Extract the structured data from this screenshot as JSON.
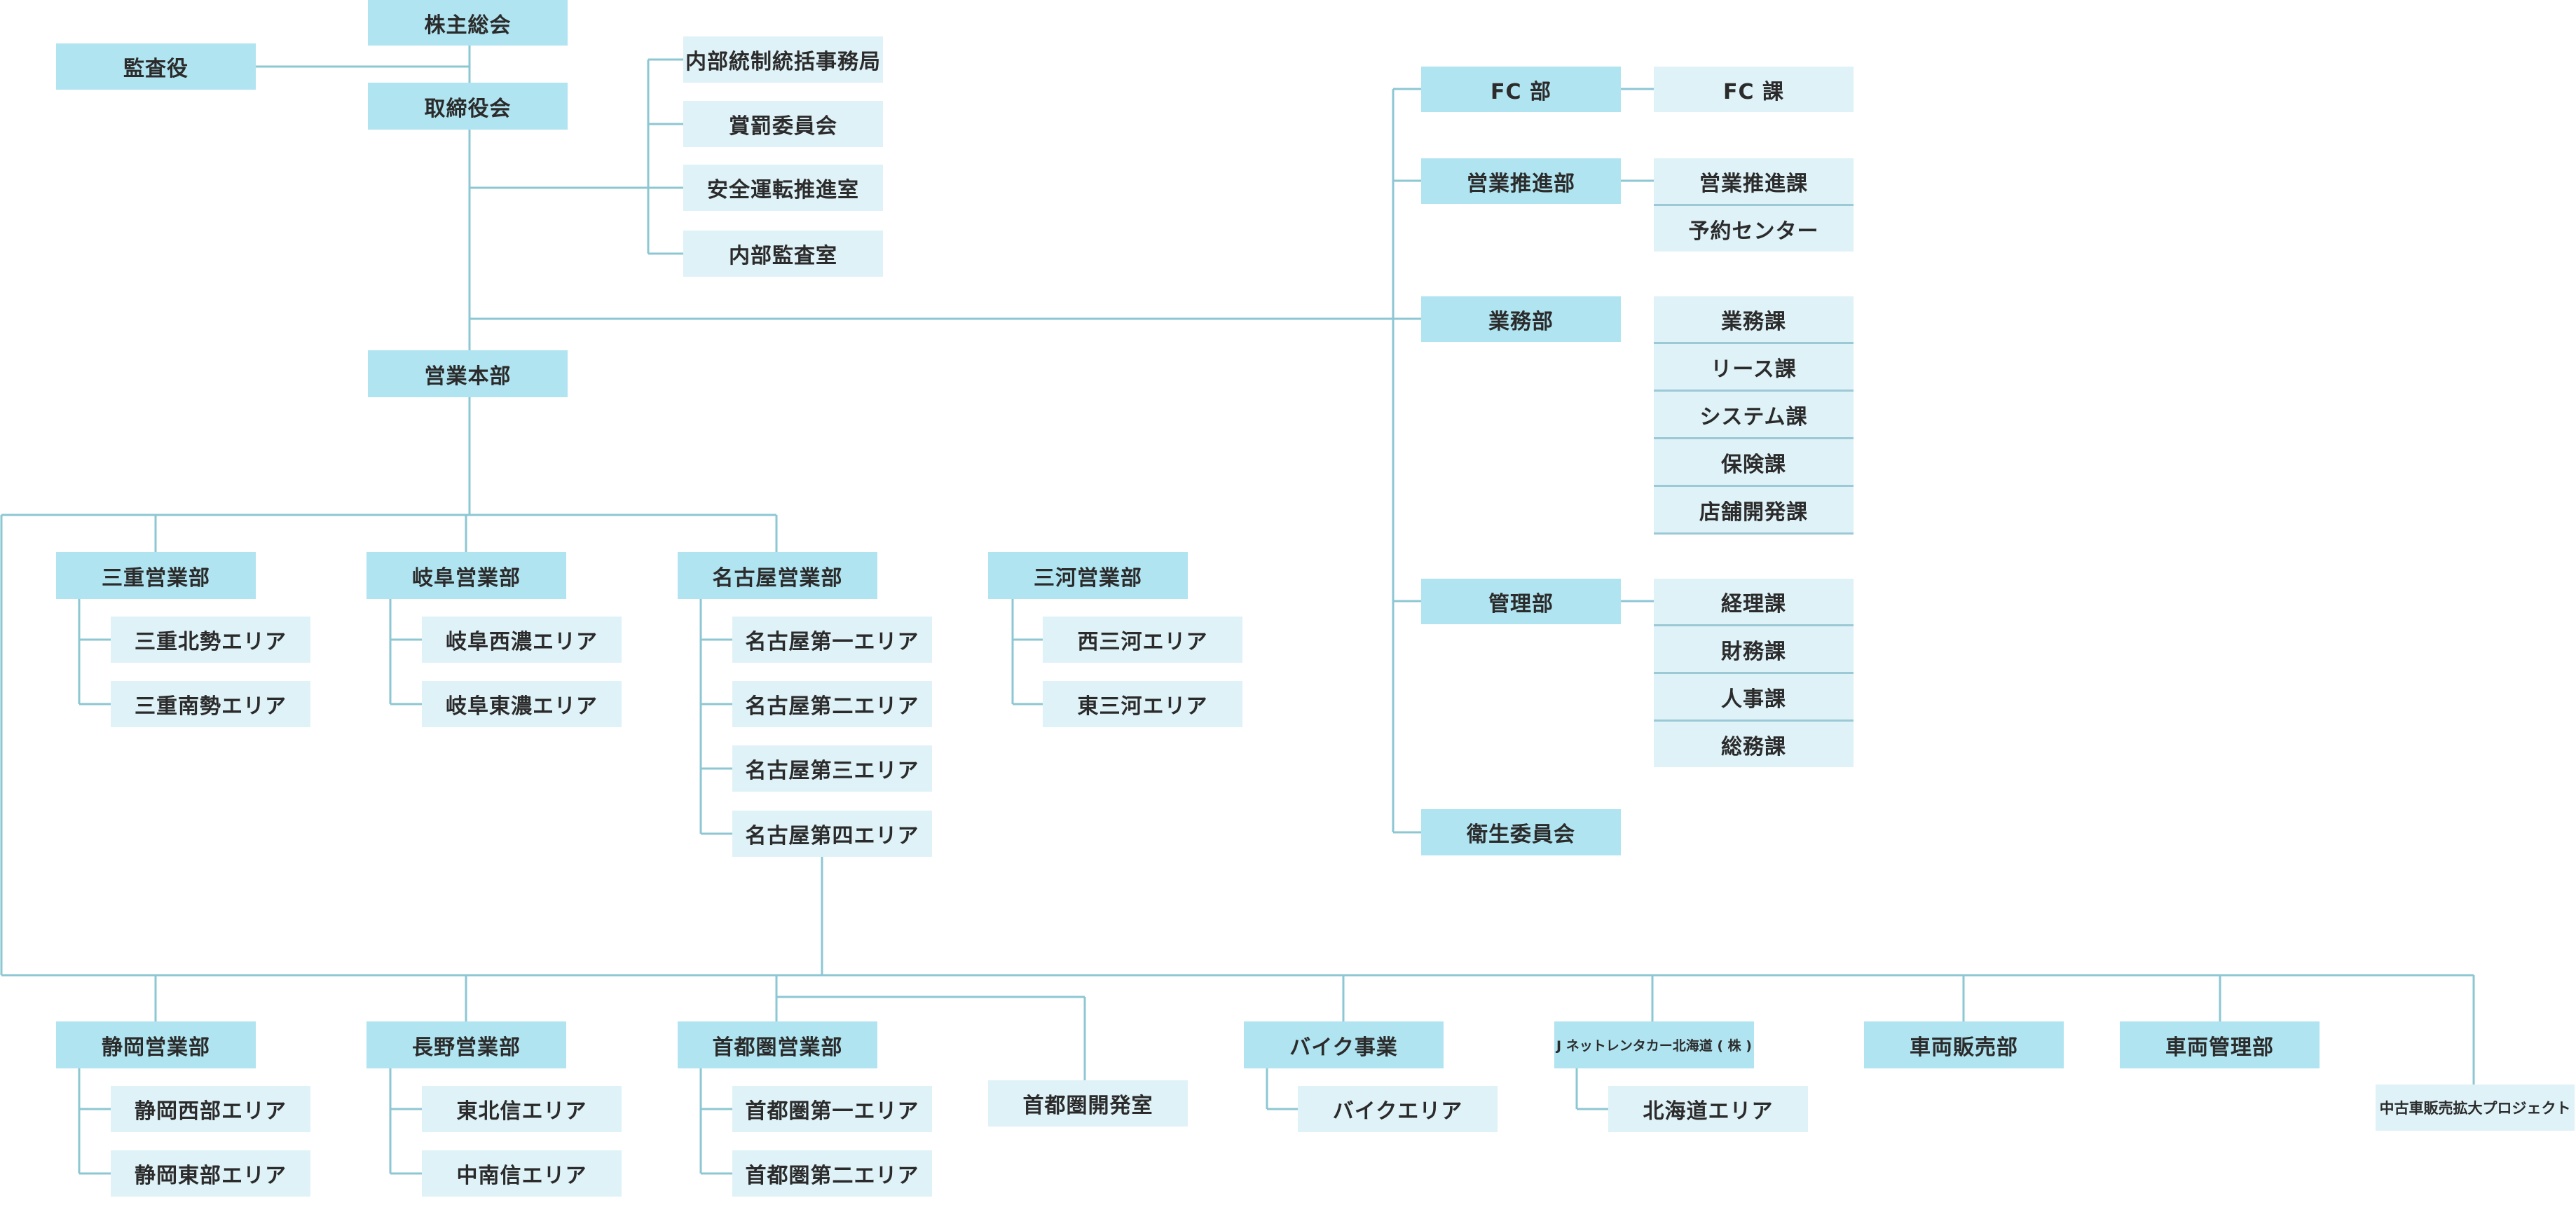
{
  "org": {
    "shareholders": "株主総会",
    "auditor": "監査役",
    "board": "取締役会",
    "internal_control": "内部統制統括事務局",
    "reward_committee": "賞罰委員会",
    "safe_driving": "安全運転推進室",
    "internal_audit": "内部監査室",
    "sales_hq": "営業本部",
    "fc_dept": "FC 部",
    "fc_sec": "FC 課",
    "promo_dept": "営業推進部",
    "promo_sec": "営業推進課",
    "reservation": "予約センター",
    "ops_dept": "業務部",
    "ops_sec": "業務課",
    "lease_sec": "リース課",
    "system_sec": "システム課",
    "insurance_sec": "保険課",
    "store_sec": "店舗開発課",
    "admin_dept": "管理部",
    "accounting_sec": "経理課",
    "finance_sec": "財務課",
    "hr_sec": "人事課",
    "general_sec": "総務課",
    "health_committee": "衛生委員会",
    "mie_dept": "三重営業部",
    "mie_north": "三重北勢エリア",
    "mie_south": "三重南勢エリア",
    "gifu_dept": "岐阜営業部",
    "gifu_west": "岐阜西濃エリア",
    "gifu_east": "岐阜東濃エリア",
    "nagoya_dept": "名古屋営業部",
    "nagoya_1": "名古屋第一エリア",
    "nagoya_2": "名古屋第二エリア",
    "nagoya_3": "名古屋第三エリア",
    "nagoya_4": "名古屋第四エリア",
    "mikawa_dept": "三河営業部",
    "mikawa_west": "西三河エリア",
    "mikawa_east": "東三河エリア",
    "shizuoka_dept": "静岡営業部",
    "shizuoka_west": "静岡西部エリア",
    "shizuoka_east": "静岡東部エリア",
    "nagano_dept": "長野営業部",
    "nagano_north": "東北信エリア",
    "nagano_south": "中南信エリア",
    "metro_dept": "首都圏営業部",
    "metro_1": "首都圏第一エリア",
    "metro_2": "首都圏第二エリア",
    "metro_dev": "首都圏開発室",
    "bike_dept": "バイク事業",
    "bike_area": "バイクエリア",
    "hokkaido_co": "J ネットレンタカー北海道 ( 株 )",
    "hokkaido_area": "北海道エリア",
    "car_sales": "車両販売部",
    "car_mgmt": "車両管理部",
    "used_car_project": "中古車販売拡大プロジェクト"
  }
}
